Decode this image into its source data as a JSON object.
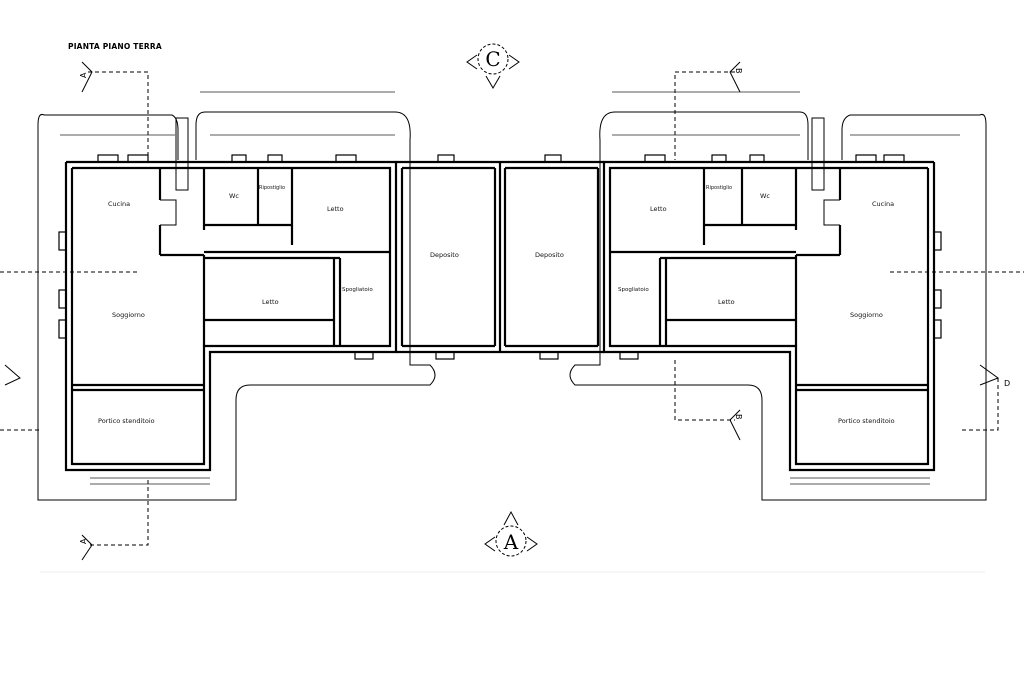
{
  "title": "PIANTA PIANO TERRA",
  "markers": {
    "north": "C",
    "south": "A",
    "section_left_top": "A",
    "section_left_bottom": "A",
    "section_right": "D",
    "section_right_top": "B",
    "section_right_bottom": "B"
  },
  "rooms": {
    "left": {
      "cucina": "Cucina",
      "wc": "Wc",
      "ripostiglio": "Ripostiglio",
      "letto_top": "Letto",
      "letto_mid": "Letto",
      "spogliatoio": "Spogliatoio",
      "soggiorno": "Soggiorno",
      "portico": "Portico stenditoio",
      "deposito": "Deposito"
    },
    "right": {
      "deposito": "Deposito",
      "letto_top": "Letto",
      "ripostiglio": "Ripostiglio",
      "wc": "Wc",
      "cucina": "Cucina",
      "spogliatoio": "Spogliatoio",
      "letto_mid": "Letto",
      "soggiorno": "Soggiorno",
      "portico": "Portico stenditoio"
    }
  }
}
